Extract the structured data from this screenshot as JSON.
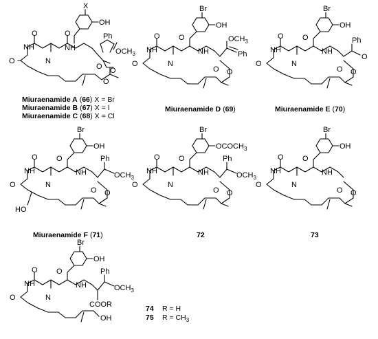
{
  "atoms": {
    "X": "X",
    "Br": "Br",
    "OH": "OH",
    "O": "O",
    "N": "N",
    "NH": "NH",
    "H": "H",
    "Ph": "Ph",
    "OCH3": "OCH",
    "sub3": "3",
    "HO": "HO",
    "OCOCH3": "OCOCH",
    "COOR": "COOR"
  },
  "compounds": {
    "c1": {
      "lines": [
        {
          "bold": "Miuraenamide A",
          "num": "66",
          "tail": "X = Br"
        },
        {
          "bold": "Miuraenamide B",
          "num": "67",
          "tail": "X = I"
        },
        {
          "bold": "Miuraenamide C",
          "num": "68",
          "tail": "X = Cl"
        }
      ]
    },
    "c2": {
      "bold": "Miuraenamide D",
      "num": "69"
    },
    "c3": {
      "bold": "Miuraenamide E",
      "num": "70"
    },
    "c4": {
      "bold": "Miuraenamide F",
      "num": "71"
    },
    "c5": {
      "bold": "72"
    },
    "c6": {
      "bold": "73"
    },
    "c7": {
      "variants": [
        {
          "num": "74",
          "r": "R = H"
        },
        {
          "num": "75",
          "r": "R = CH",
          "sub": "3"
        }
      ]
    }
  }
}
